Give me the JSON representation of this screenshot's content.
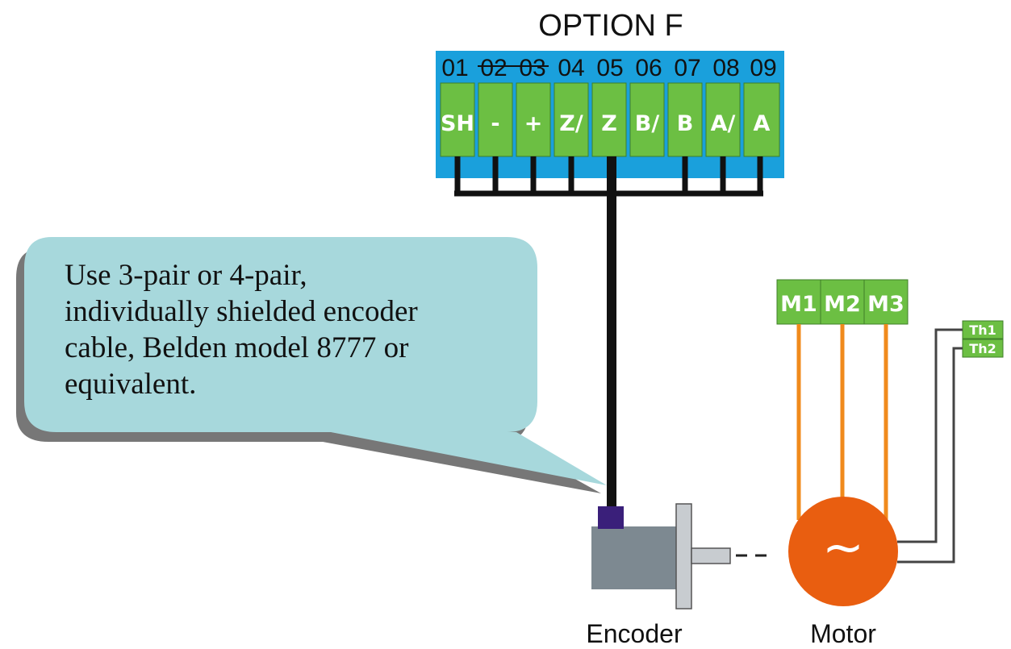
{
  "title": "OPTION F",
  "terminal_numbers": [
    "01",
    "02",
    "03",
    "04",
    "05",
    "06",
    "07",
    "08",
    "09"
  ],
  "terminal_labels": [
    "SH",
    "-",
    "+",
    "Z/",
    "Z",
    "B/",
    "B",
    "A/",
    "A"
  ],
  "motor_terminals": [
    "M1",
    "M2",
    "M3"
  ],
  "thermal_terminals": [
    "Th1",
    "Th2"
  ],
  "callout": {
    "lines": [
      "Use 3-pair or 4-pair,",
      "individually shielded encoder",
      "cable, Belden model 8777 or",
      "equivalent."
    ]
  },
  "encoder_label": "Encoder",
  "motor_label": "Motor",
  "motor_symbol": "~",
  "colors": {
    "terminal_block": "#1aa0dc",
    "terminal_green": "#6cbf43",
    "motor_orange": "#e95e10",
    "motor_wire": "#f08a1c",
    "callout_fill": "#a7d8dc",
    "callout_shadow": "#777777",
    "encoder_body": "#7d8991",
    "encoder_connector": "#3a1f7a",
    "cable": "#111111"
  }
}
